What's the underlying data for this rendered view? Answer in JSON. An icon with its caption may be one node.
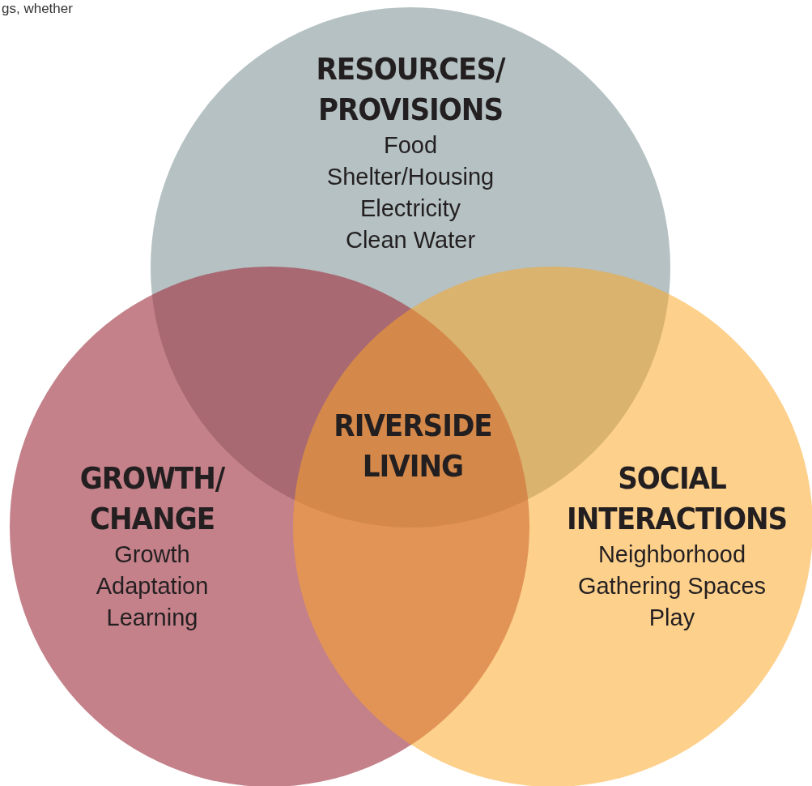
{
  "diagram": {
    "nodes": [
      {
        "text": [
          "RESOURCES/ PROVISIONS",
          "Food",
          "Shelter/Housing",
          "Electricity",
          "Clean Water"
        ]
      },
      {
        "text": [
          "GROWTH/ CHANGE",
          "Growth",
          "Adaptation",
          "Learning"
        ]
      },
      {
        "text": [
          "SOCIAL INTERACTIONS",
          "Neighborhood",
          "Gathering Spaces",
          "Play"
        ]
      }
    ],
    "edges": [],
    "labels": [
      "gs, whether",
      "RIVERSIDE LIVING"
    ]
  }
}
